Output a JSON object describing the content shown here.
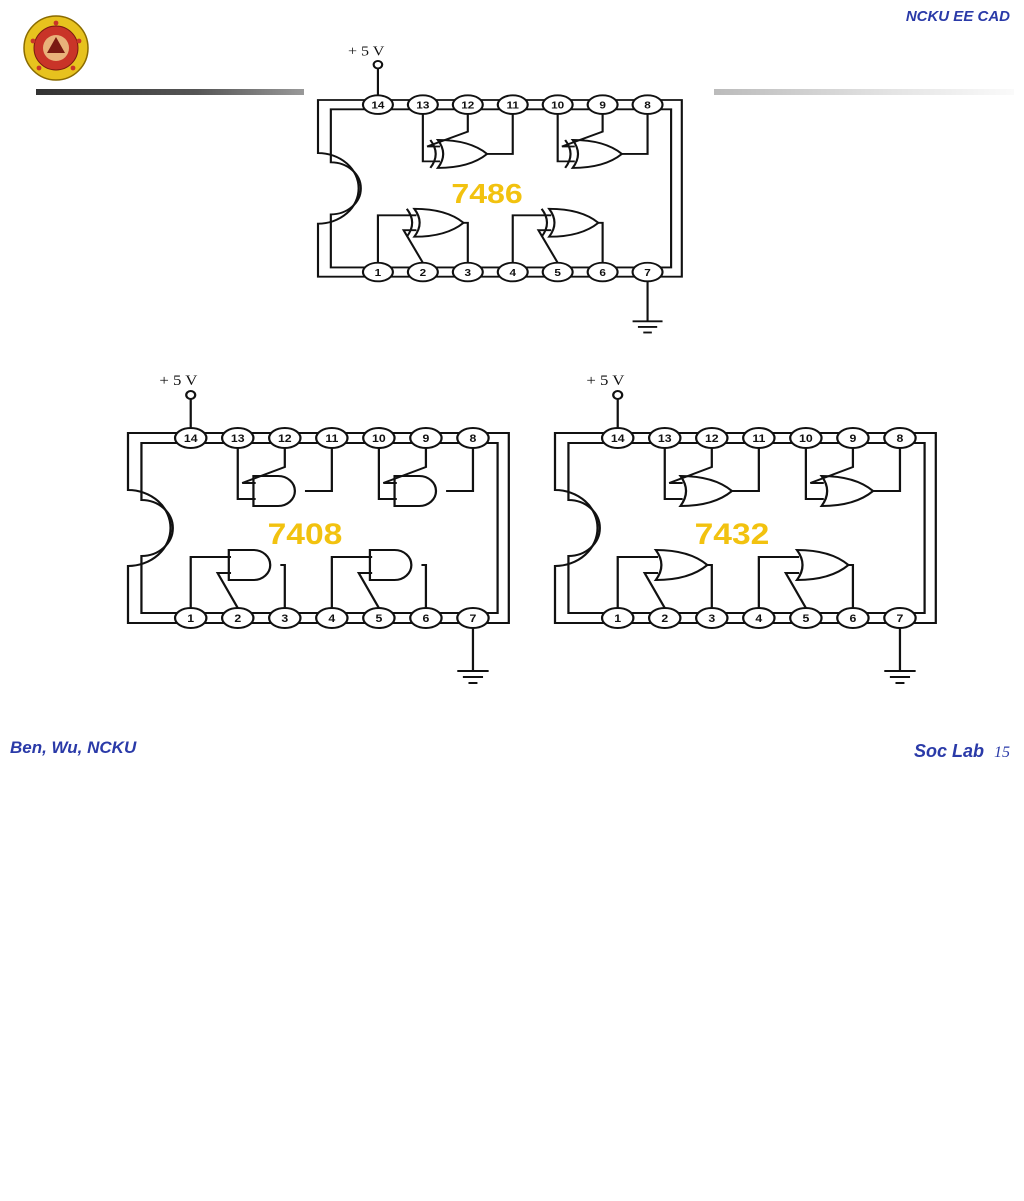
{
  "header": {
    "title": "NCKU EE CAD"
  },
  "footer": {
    "authors": "Ben, Wu, NCKU",
    "lab": "Soc Lab",
    "page": "15"
  },
  "chips": [
    {
      "part": "7486",
      "gate": "xor",
      "supply": "+ 5 V",
      "top_pins": [
        "14",
        "13",
        "12",
        "11",
        "10",
        "9",
        "8"
      ],
      "bottom_pins": [
        "1",
        "2",
        "3",
        "4",
        "5",
        "6",
        "7"
      ]
    },
    {
      "part": "7408",
      "gate": "and",
      "supply": "+ 5 V",
      "top_pins": [
        "14",
        "13",
        "12",
        "11",
        "10",
        "9",
        "8"
      ],
      "bottom_pins": [
        "1",
        "2",
        "3",
        "4",
        "5",
        "6",
        "7"
      ]
    },
    {
      "part": "7432",
      "gate": "or",
      "supply": "+ 5 V",
      "top_pins": [
        "14",
        "13",
        "12",
        "11",
        "10",
        "9",
        "8"
      ],
      "bottom_pins": [
        "1",
        "2",
        "3",
        "4",
        "5",
        "6",
        "7"
      ]
    }
  ],
  "colors": {
    "accent": "#2a3aa8",
    "part_label": "#f2c20f"
  }
}
